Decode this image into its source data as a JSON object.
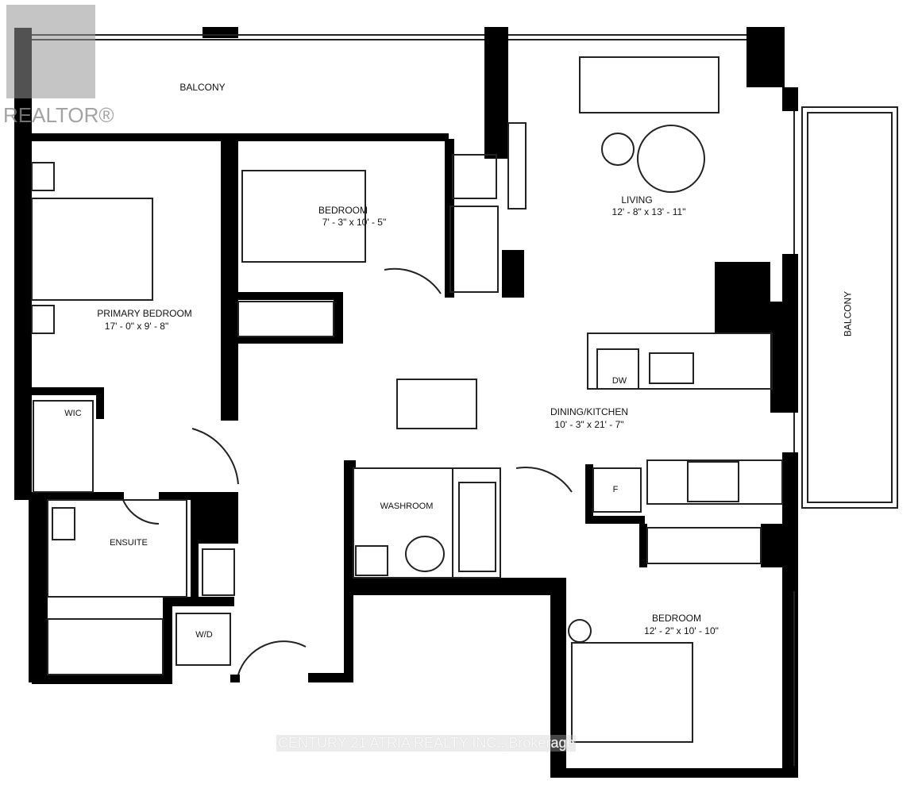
{
  "branding": {
    "logo_text": "REALTOR®",
    "watermark": "CENTURY 21 ATRIA REALTY INC., Brokerage"
  },
  "rooms": {
    "balcony_top": "BALCONY",
    "balcony_right": "BALCONY",
    "bedroom2": {
      "name": "BEDROOM",
      "dims": "7' - 3\" x 10' - 5\""
    },
    "living": {
      "name": "LIVING",
      "dims": "12' - 8\" x 13' - 11\""
    },
    "primary": {
      "name": "PRIMARY BEDROOM",
      "dims": "17' - 0\" x 9' - 8\""
    },
    "wic": "WIC",
    "dining": {
      "name": "DINING/KITCHEN",
      "dims": "10' - 3\" x 21' - 7\""
    },
    "dw": "DW",
    "fridge": "F",
    "washroom": "WASHROOM",
    "ensuite": "ENSUITE",
    "wd": "W/D",
    "bedroom3": {
      "name": "BEDROOM",
      "dims": "12' - 2\" x 10' - 10\""
    }
  },
  "colors": {
    "wall": "#000000",
    "line": "#222222",
    "logo": "#969696"
  }
}
